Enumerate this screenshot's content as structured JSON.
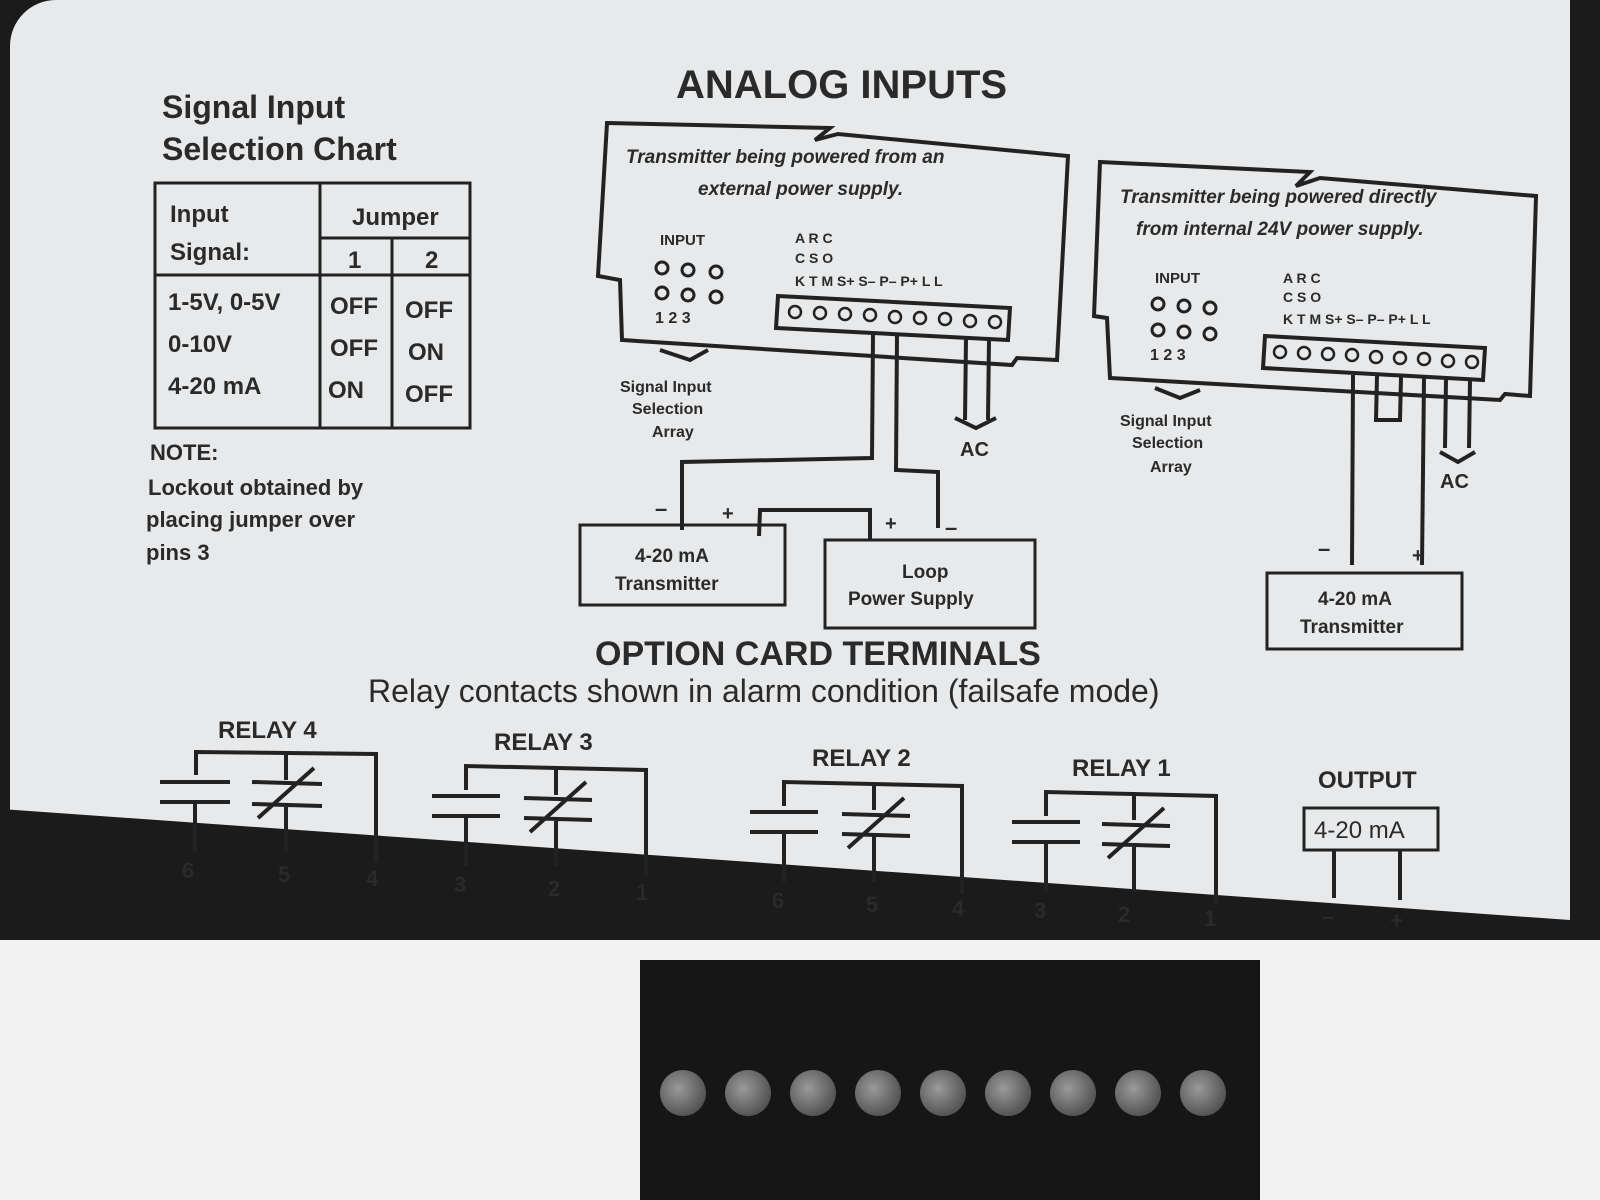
{
  "chart": {
    "title_line1": "Signal Input",
    "title_line2": "Selection Chart",
    "col_input": "Input",
    "col_signal": "Signal:",
    "col_jumper": "Jumper",
    "jumper_1": "1",
    "jumper_2": "2",
    "rows": [
      {
        "signal": "1-5V, 0-5V",
        "j1": "OFF",
        "j2": "OFF"
      },
      {
        "signal": "0-10V",
        "j1": "OFF",
        "j2": "ON"
      },
      {
        "signal": "4-20 mA",
        "j1": "ON",
        "j2": "OFF"
      }
    ],
    "note_label": "NOTE:",
    "note_lines": [
      "Lockout obtained by",
      "placing jumper over",
      "pins 3"
    ]
  },
  "analog": {
    "title": "ANALOG INPUTS",
    "left_caption_1": "Transmitter being powered from an",
    "left_caption_2": "external power supply.",
    "right_caption_1": "Transmitter being powered directly",
    "right_caption_2": "from internal 24V power supply.",
    "input_label": "INPUT",
    "pin_numbers": "1  2  3",
    "terminal_row1": "A  R  C",
    "terminal_row2": "C  S  O",
    "terminal_row3": "K  T  M S+ S– P– P+ L  L",
    "array_1": "Signal Input",
    "array_2": "Selection",
    "array_3": "Array",
    "ac": "AC",
    "minus": "–",
    "plus": "+",
    "transmitter_1": "4-20 mA",
    "transmitter_2": "Transmitter",
    "loop_1": "Loop",
    "loop_2": "Power Supply"
  },
  "option": {
    "title": "OPTION CARD TERMINALS",
    "subtitle": "Relay contacts shown in alarm condition (failsafe mode)",
    "relays": [
      {
        "label": "RELAY 4",
        "pins": [
          "6",
          "5",
          "4"
        ]
      },
      {
        "label": "RELAY 3",
        "pins": [
          "3",
          "2",
          "1"
        ]
      },
      {
        "label": "RELAY 2",
        "pins": [
          "6",
          "5",
          "4"
        ]
      },
      {
        "label": "RELAY 1",
        "pins": [
          "3",
          "2",
          "1"
        ]
      }
    ],
    "output_label": "OUTPUT",
    "output_box": "4-20 mA",
    "output_minus": "–",
    "output_plus": "+"
  }
}
